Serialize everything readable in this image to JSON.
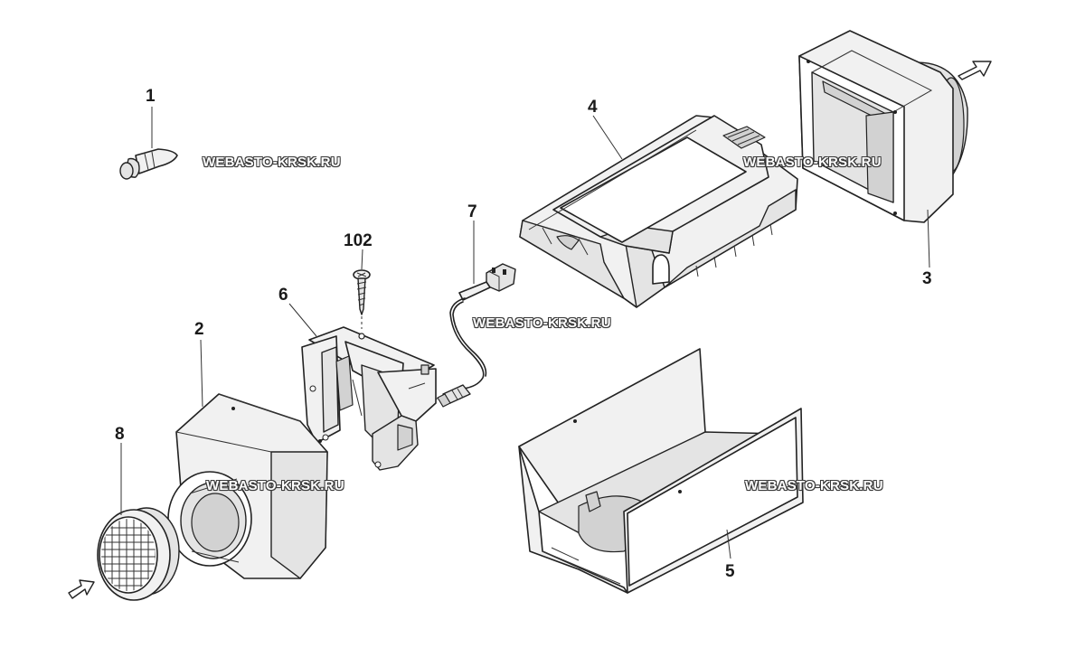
{
  "callouts": {
    "c1": "1",
    "c2": "2",
    "c3": "3",
    "c4": "4",
    "c5": "5",
    "c6": "6",
    "c7": "7",
    "c8": "8",
    "c102": "102"
  },
  "watermark": {
    "text": "WEBASTO-KRSK.RU"
  },
  "colors": {
    "line": "#222222",
    "fill": "#f1f1f1",
    "watermark_text": "#ffffff"
  },
  "arrows": {
    "inlet": "arrow-right-icon",
    "outlet": "arrow-up-right-icon"
  }
}
